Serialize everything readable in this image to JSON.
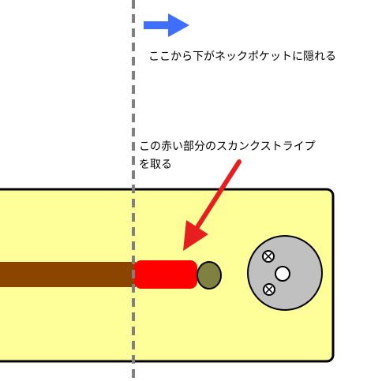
{
  "annotations": {
    "pocket_label": "ここから下がネックポケットに隠れる",
    "stripe_label_line1": "この赤い部分のスカンクストライプ",
    "stripe_label_line2": "を取る"
  },
  "colors": {
    "body_fill": "#ffff99",
    "outline": "#000000",
    "skunk_stripe": "#8b4500",
    "red_section": "#ff0000",
    "adjuster_nut": "#808040",
    "ferrule_fill": "#c0c0c0",
    "blue_arrow": "#3f6fff",
    "red_arrow": "#e61e1e",
    "dashed_line": "#808080"
  },
  "icons": {
    "direction_arrow": "right-arrow-icon",
    "pointer_arrow": "down-left-arrow-icon",
    "screw": "cross-screw-icon"
  }
}
